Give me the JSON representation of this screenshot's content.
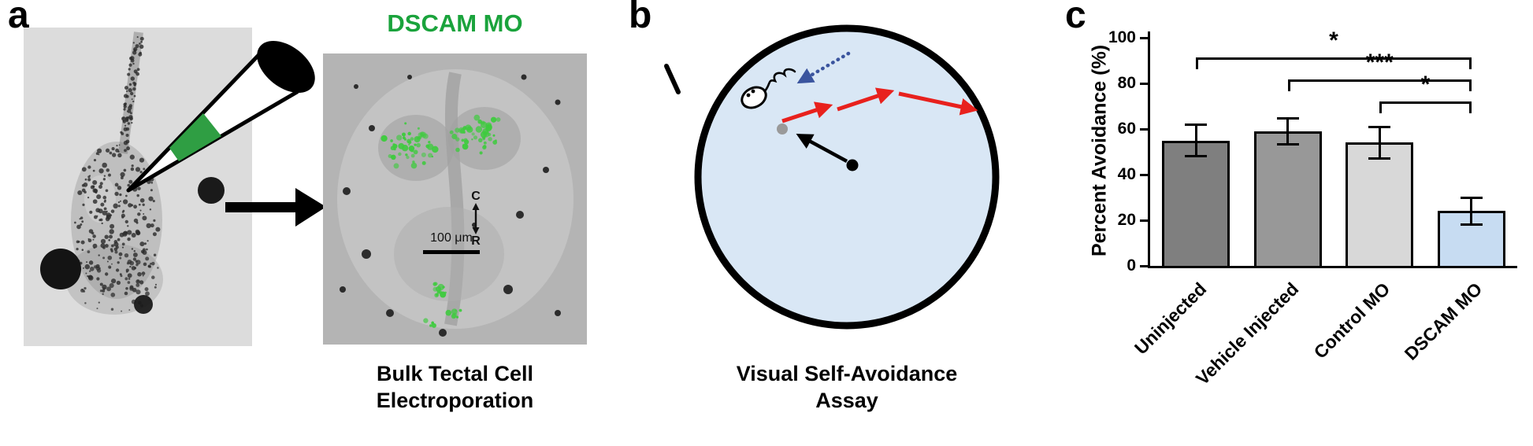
{
  "figure": {
    "panel_a": {
      "label": "a",
      "fluor_title": "DSCAM MO",
      "fluor_title_color": "#1aa33c",
      "gfp_color": "#3ecb3e",
      "scale_bar_label": "100 μm",
      "orientation_top": "C",
      "orientation_bottom": "R",
      "caption_line1": "Bulk Tectal Cell",
      "caption_line2": "Electroporation"
    },
    "panel_b": {
      "label": "b",
      "caption_line1": "Visual Self-Avoidance",
      "caption_line2": "Assay",
      "arena_fill": "#d9e7f5",
      "swim_path_color": "#e8211d",
      "approach_color": "#3a549e",
      "dot_gray_color": "#9a9a9a",
      "dot_black_color": "#000000"
    },
    "panel_c": {
      "label": "c"
    }
  },
  "chart_data": {
    "type": "bar",
    "title": "",
    "xlabel": "",
    "ylabel": "Percent Avoidance (%)",
    "ylim": [
      0,
      100
    ],
    "yticks": [
      0,
      20,
      40,
      60,
      80,
      100
    ],
    "grid": false,
    "legend_position": "none",
    "categories": [
      "Uninjected",
      "Vehicle Injected",
      "Control MO",
      "DSCAM MO"
    ],
    "values": [
      55,
      59,
      54,
      24
    ],
    "errors": [
      7,
      6,
      7,
      6
    ],
    "bar_colors": [
      "#7f7f7f",
      "#989898",
      "#d8d8d8",
      "#c7dcf2"
    ],
    "bar_border_color": "#000000",
    "significance": [
      {
        "from": 0,
        "to": 3,
        "label": "*"
      },
      {
        "from": 1,
        "to": 3,
        "label": "***"
      },
      {
        "from": 2,
        "to": 3,
        "label": "*"
      }
    ]
  }
}
